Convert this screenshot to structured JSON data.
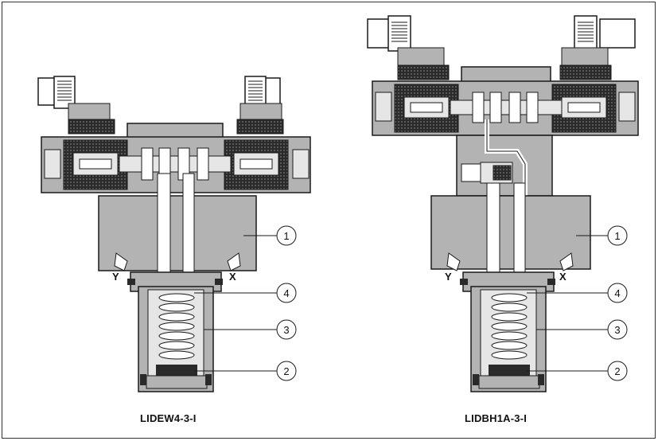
{
  "figures": [
    {
      "caption": "LIDEW4-3-I",
      "ports": {
        "y": "Y",
        "x": "X"
      },
      "callouts": [
        "1",
        "4",
        "3",
        "2"
      ]
    },
    {
      "caption": "LIDBH1A-3-I",
      "ports": {
        "y": "Y",
        "x": "X"
      },
      "callouts": [
        "1",
        "4",
        "3",
        "2"
      ]
    }
  ],
  "colors": {
    "body": "#b3b3b3",
    "dark": "#2a2a2a",
    "light": "#e6e6e6",
    "outline": "#1a1a1a"
  }
}
